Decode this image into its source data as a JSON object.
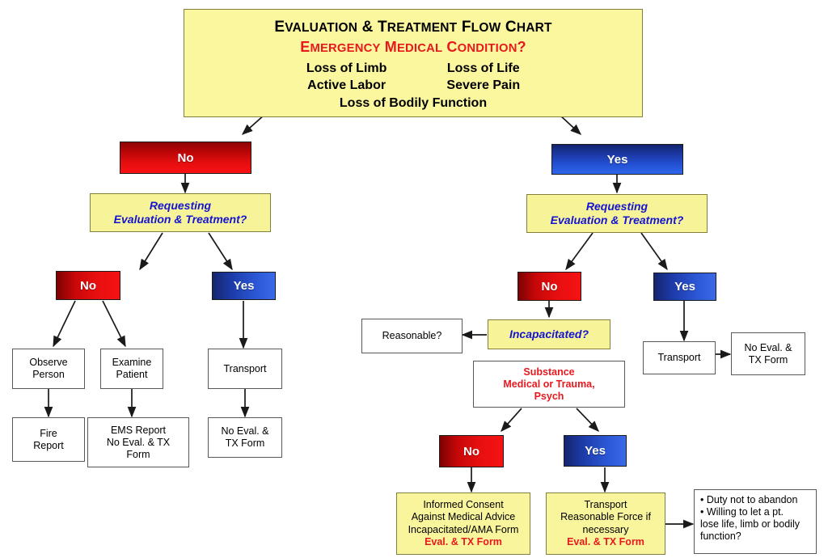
{
  "title_box": {
    "line1_parts": [
      "E",
      "VALUATION",
      " & T",
      "REATMENT",
      " F",
      "LOW",
      " C",
      "HART"
    ],
    "line1_plain": "EVALUATION & TREATMENT FLOW CHART",
    "line2_parts": [
      "E",
      "MERGENCY",
      " M",
      "EDICAL",
      " C",
      "ONDITION",
      "?"
    ],
    "line2_plain": "EMERGENCY MEDICAL CONDITION?",
    "col_left": [
      "Loss of Limb",
      "Active Labor"
    ],
    "col_right": [
      "Loss of Life",
      "Severe Pain"
    ],
    "last_line": "Loss of Bodily Function"
  },
  "labels": {
    "no": "No",
    "yes": "Yes",
    "requesting": "Requesting",
    "requesting_2": "Evaluation & Treatment?",
    "incapacitated": "Incapacitated?",
    "reasonable": "Reasonable?",
    "transport": "Transport",
    "observe_1": "Observe",
    "observe_2": "Person",
    "examine_1": "Examine",
    "examine_2": "Patient",
    "fire_1": "Fire",
    "fire_2": "Report",
    "ems_1": "EMS Report",
    "ems_2": "No Eval. & TX",
    "ems_3": "Form",
    "noeval_1": "No Eval. &",
    "noeval_2": "TX Form",
    "substance_1": "Substance",
    "substance_2": "Medical or Trauma,",
    "substance_3": "Psych",
    "informed_1": "Informed Consent",
    "informed_2": "Against Medical Advice",
    "informed_3": "Incapacitated/AMA Form",
    "informed_4": "Eval. & TX Form",
    "transport_force_1": "Transport",
    "transport_force_2": "Reasonable Force if",
    "transport_force_3": "necessary",
    "transport_force_4": "Eval. & TX Form",
    "bullet_1": "•  Duty not to abandon",
    "bullet_2": "•  Willing to let a pt.",
    "bullet_3": "lose life, limb or bodily",
    "bullet_4": "function?"
  },
  "colors": {
    "yellow_fill": "#f7f398",
    "yellow_border": "#80803c",
    "decision_text": "#1414d2",
    "alert_red": "#e8191e",
    "red_chip": "#e60e0f",
    "blue_chip": "#2351d4",
    "box_border": "#58585a",
    "background": "#ffffff"
  }
}
